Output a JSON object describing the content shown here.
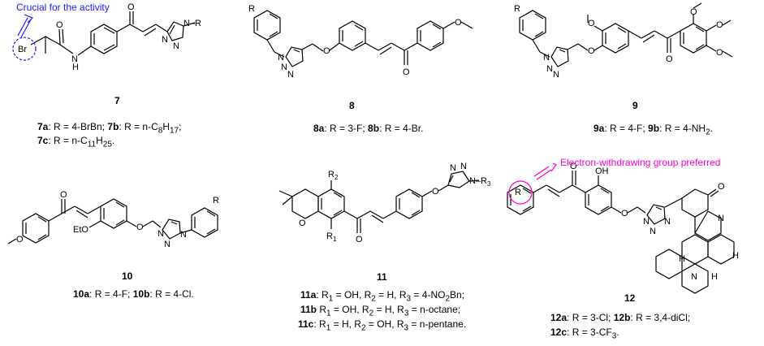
{
  "annotations": {
    "crucial": "Crucial for the activity",
    "electron": "Electron-withdrawing group preferred"
  },
  "compounds": {
    "c7": {
      "number": "7",
      "line1_b1": "7a",
      "line1_t1": ": R = 4-BrBn; ",
      "line1_b2": "7b",
      "line1_t2": ": R = n-C",
      "line1_s1": "8",
      "line1_t3": "H",
      "line1_s2": "17",
      "line1_t4": ";",
      "line2_b1": "7c",
      "line2_t1": ": R = n-C",
      "line2_s1": "11",
      "line2_t2": "H",
      "line2_s2": "25",
      "line2_t3": "."
    },
    "c8": {
      "number": "8",
      "b1": "8a",
      "t1": ": R = 3-F; ",
      "b2": "8b",
      "t2": ": R = 4-Br."
    },
    "c9": {
      "number": "9",
      "b1": "9a",
      "t1": ": R = 4-F; ",
      "b2": "9b",
      "t2": ": R = 4-NH",
      "s1": "2",
      "t3": "."
    },
    "c10": {
      "number": "10",
      "b1": "10a",
      "t1": ": R = 4-F; ",
      "b2": "10b",
      "t2": ": R = 4-Cl."
    },
    "c11": {
      "number": "11",
      "l1_b": "11a",
      "l1_t1": ": R",
      "l1_s1": "1",
      "l1_t2": " = OH, R",
      "l1_s2": "2",
      "l1_t3": " = H, R",
      "l1_s3": "3",
      "l1_t4": " = 4-NO",
      "l1_s4": "2",
      "l1_t5": "Bn;",
      "l2_b": "11b",
      "l2_t1": " R",
      "l2_s1": "1",
      "l2_t2": " = OH, R",
      "l2_s2": "2",
      "l2_t3": " = H, R",
      "l2_s3": "3",
      "l2_t4": " = n-octane;",
      "l3_b": "11c",
      "l3_t1": ": R",
      "l3_s1": "1",
      "l3_t2": " = H, R",
      "l3_s2": "2",
      "l3_t3": " = OH, R",
      "l3_s3": "3",
      "l3_t4": " = n-pentane."
    },
    "c12": {
      "number": "12",
      "l1_b1": "12a",
      "l1_t1": ": R = 3-Cl; ",
      "l1_b2": "12b",
      "l1_t2": ": R = 3,4-diCl;",
      "l2_b": "12c",
      "l2_t1": ": R = 3-CF",
      "l2_s1": "3",
      "l2_t2": "."
    }
  },
  "atoms": {
    "O": "O",
    "N": "N",
    "H": "H",
    "Br": "Br",
    "R": "R",
    "R1": "R",
    "R2": "R",
    "R3": "R",
    "sub1": "1",
    "sub2": "2",
    "sub3": "3",
    "OH": "OH",
    "EtO": "EtO",
    "NR": "N–R",
    "NR3": "N–R"
  },
  "colors": {
    "blue": "#1a1aff",
    "pink": "#ff00cc",
    "bond": "#000000"
  }
}
